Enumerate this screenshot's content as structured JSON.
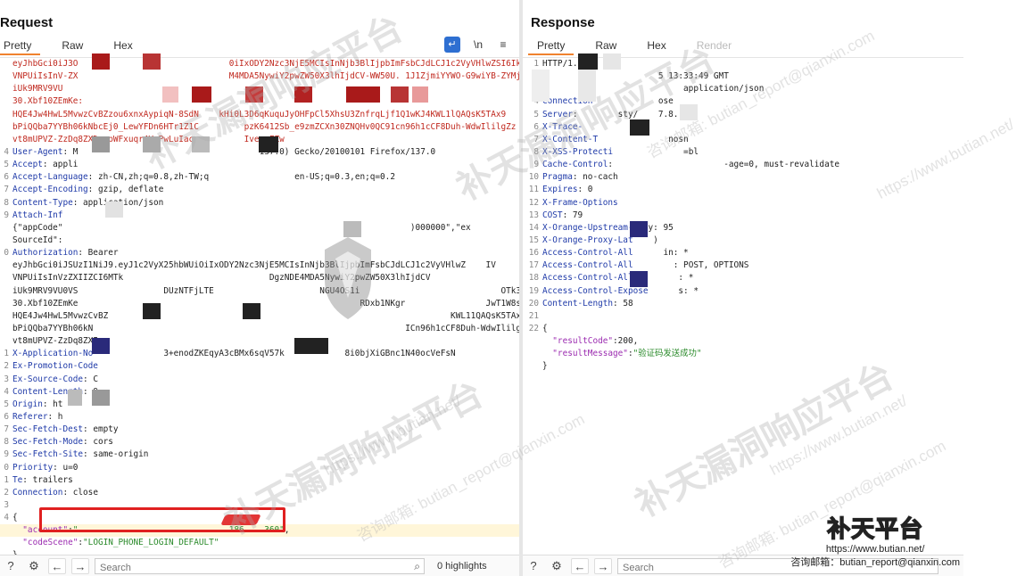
{
  "request": {
    "title": "Request",
    "tabs": [
      "Pretty",
      "Raw",
      "Hex"
    ],
    "tools": {
      "wrap": "↵",
      "newline": "\\n",
      "menu": "≡"
    },
    "lines": [
      {
        "n": "",
        "parts": [
          [
            "red",
            "eyJhbGci0iJ3O"
          ],
          [
            "red",
            "                              0iIxODY2Nzc3NjE5MCIsInNjb3BlIjpbImFsbCJdLCJ1c2VyVHlwZSI6IkN1"
          ]
        ]
      },
      {
        "n": "",
        "parts": [
          [
            "red",
            "VNPUiIsInV-ZX"
          ],
          [
            "red",
            "                              M4MDA5NywiY2pwZW50X3lhIjdCV-WW50U. 1J1ZjmiYYWO-G9wiYB-ZYMjOl "
          ]
        ]
      },
      {
        "n": "",
        "parts": [
          [
            "red",
            "iUk9MRV9VU"
          ]
        ]
      },
      {
        "n": "",
        "parts": [
          [
            "red",
            "30.Xbf10ZEmKe:"
          ]
        ]
      },
      {
        "n": "",
        "parts": [
          [
            "red",
            "HQE4Jw4HwL5MvwzCvBZzou6xnxAypiqN-8SdN    kHi0L3D6qKuquJyOHFpCl5XhsU3ZnfrqLjf1Q1wKJ4KWL1lQAQsK5TAx9"
          ]
        ]
      },
      {
        "n": "",
        "parts": [
          [
            "red",
            "bPiQQba7YYBh06kNbcEj0_LewYFDn6HTr1Z1C         pzK6412Sb_e9zmZCXn30ZNQHv0QC91cn96h1cCF8Duh-WdwIlilgZz"
          ]
        ]
      },
      {
        "n": "",
        "parts": [
          [
            "red",
            "vt8mUPVZ-ZzDq8ZXDvopWFxuqr4VsPwLuIac          IvevgFZw"
          ]
        ]
      },
      {
        "n": "4",
        "parts": [
          [
            "k",
            "User-Agent"
          ],
          [
            "v",
            ": M                                    137.0) Gecko/20100101 Firefox/137.0"
          ]
        ]
      },
      {
        "n": "5",
        "parts": [
          [
            "k",
            "Accept"
          ],
          [
            "v",
            ": appli"
          ]
        ]
      },
      {
        "n": "6",
        "parts": [
          [
            "k",
            "Accept-Language"
          ],
          [
            "v",
            ": zh-CN,zh;q=0.8,zh-TW;q                 en-US;q=0.3,en;q=0.2"
          ]
        ]
      },
      {
        "n": "7",
        "parts": [
          [
            "k",
            "Accept-Encoding"
          ],
          [
            "v",
            ": gzip, deflate"
          ]
        ]
      },
      {
        "n": "8",
        "parts": [
          [
            "k",
            "Content-Type"
          ],
          [
            "v",
            ": application/json"
          ]
        ]
      },
      {
        "n": "9",
        "parts": [
          [
            "k",
            "Attach-Inf"
          ]
        ]
      },
      {
        "n": "",
        "parts": [
          [
            "v",
            "{\"appCode\"                                                                     )000000\",\"ex"
          ]
        ]
      },
      {
        "n": "",
        "parts": [
          [
            "v",
            "SourceId\":"
          ]
        ]
      },
      {
        "n": "0",
        "parts": [
          [
            "k",
            "Authorization"
          ],
          [
            "v",
            ": Bearer"
          ]
        ]
      },
      {
        "n": "",
        "parts": [
          [
            "v",
            "eyJhbGci0iJSUzI1NiJ9.eyJ1c2VyX25hbWUiOiIxODY2Nzc3NjE5MCIsInNjb3BlIjpbImFsbCJdLCJ1c2VyVHlwZ    IV"
          ]
        ]
      },
      {
        "n": "",
        "parts": [
          [
            "v",
            "VNPUiIsInVzZXIIZCI6MTk                             DgzNDE4MDA5NywiY2pwZW50X3lhIjdCV                     cG9wiYB"
          ]
        ]
      },
      {
        "n": "",
        "parts": [
          [
            "v",
            "iUk9MRV9VU0VS                 DUzNTFjLTE                     NGU4OS1i                            OTk3N"
          ]
        ]
      },
      {
        "n": "",
        "parts": [
          [
            "v",
            "30.Xbf10ZEmKe                                                        RDxb1NKgr                JwT1W8s"
          ]
        ]
      },
      {
        "n": "",
        "parts": [
          [
            "v",
            "HQE4Jw4HwL5MvwzCvBZ                                                                    KWL11QAQsK5TAx9"
          ]
        ]
      },
      {
        "n": "",
        "parts": [
          [
            "v",
            "bPiQQba7YYBh06kN                                                              ICn96h1cCF8Duh-WdwIlilgZz"
          ]
        ]
      },
      {
        "n": "",
        "parts": [
          [
            "v",
            "vt8mUPVZ-ZzDq8ZXI"
          ]
        ]
      },
      {
        "n": "1",
        "parts": [
          [
            "k",
            "X-Application-No"
          ],
          [
            "v",
            "              3+enodZKEqyA3cBMx6sqV57k            8i0bjXiGBnc1N40ocVeFsN"
          ]
        ]
      },
      {
        "n": "2",
        "parts": [
          [
            "k",
            "Ex-Promotion-Code"
          ]
        ]
      },
      {
        "n": "3",
        "parts": [
          [
            "k",
            "Ex-Source-Code"
          ],
          [
            "v",
            ": C"
          ]
        ]
      },
      {
        "n": "4",
        "parts": [
          [
            "k",
            "Content-Length"
          ],
          [
            "v",
            ": 9"
          ]
        ]
      },
      {
        "n": "5",
        "parts": [
          [
            "k",
            "Origin"
          ],
          [
            "v",
            ": ht"
          ]
        ]
      },
      {
        "n": "6",
        "parts": [
          [
            "k",
            "Referer"
          ],
          [
            "v",
            ": h"
          ]
        ]
      },
      {
        "n": "7",
        "parts": [
          [
            "k",
            "Sec-Fetch-Dest"
          ],
          [
            "v",
            ": empty"
          ]
        ]
      },
      {
        "n": "8",
        "parts": [
          [
            "k",
            "Sec-Fetch-Mode"
          ],
          [
            "v",
            ": cors"
          ]
        ]
      },
      {
        "n": "9",
        "parts": [
          [
            "k",
            "Sec-Fetch-Site"
          ],
          [
            "v",
            ": same-origin"
          ]
        ]
      },
      {
        "n": "0",
        "parts": [
          [
            "k",
            "Priority"
          ],
          [
            "v",
            ": u=0"
          ]
        ]
      },
      {
        "n": "1",
        "parts": [
          [
            "k",
            "Te"
          ],
          [
            "v",
            ": trailers"
          ]
        ]
      },
      {
        "n": "2",
        "parts": [
          [
            "k",
            "Connection"
          ],
          [
            "v",
            ": close"
          ]
        ]
      },
      {
        "n": "3",
        "parts": []
      },
      {
        "n": "4",
        "parts": [
          [
            "jp",
            "{"
          ]
        ]
      },
      {
        "n": "",
        "parts": [
          [
            "jk",
            "  \"account\""
          ],
          [
            "jp",
            ":"
          ],
          [
            "jv",
            "\"                              186    360\""
          ],
          [
            "jp",
            ","
          ]
        ],
        "hl": true
      },
      {
        "n": "",
        "parts": [
          [
            "jk",
            "  \"codeScene\""
          ],
          [
            "jp",
            ":"
          ],
          [
            "jv",
            "\"LOGIN_PHONE_LOGIN_DEFAULT\""
          ]
        ]
      },
      {
        "n": "",
        "parts": [
          [
            "jp",
            "}"
          ]
        ]
      }
    ],
    "search_placeholder": "Search",
    "highlights": "0 highlights"
  },
  "response": {
    "title": "Response",
    "tabs": [
      "Pretty",
      "Raw",
      "Hex",
      "Render"
    ],
    "lines": [
      {
        "n": "1",
        "parts": [
          [
            "v",
            "HTTP/1.1"
          ]
        ]
      },
      {
        "n": "",
        "parts": [
          [
            "v",
            "                       5 13:33:49 GMT"
          ]
        ]
      },
      {
        "n": "",
        "parts": [
          [
            "v",
            "                            application/json"
          ]
        ]
      },
      {
        "n": "4",
        "parts": [
          [
            "k",
            "Connection"
          ],
          [
            "v",
            "             ose"
          ]
        ]
      },
      {
        "n": "5",
        "parts": [
          [
            "k",
            "Server"
          ],
          [
            "v",
            ":        sty/    7.8."
          ]
        ]
      },
      {
        "n": "6",
        "parts": [
          [
            "k",
            "X-Trace-"
          ]
        ]
      },
      {
        "n": "7",
        "parts": [
          [
            "k",
            "X-Content-T"
          ],
          [
            "v",
            "              nosn"
          ]
        ]
      },
      {
        "n": "8",
        "parts": [
          [
            "k",
            "X-XSS-Protecti"
          ],
          [
            "v",
            "              =bl"
          ]
        ]
      },
      {
        "n": "9",
        "parts": [
          [
            "k",
            "Cache-Control"
          ],
          [
            "v",
            ":                      -age=0, must-revalidate"
          ]
        ]
      },
      {
        "n": "10",
        "parts": [
          [
            "k",
            "Pragma"
          ],
          [
            "v",
            ": no-cach"
          ]
        ]
      },
      {
        "n": "11",
        "parts": [
          [
            "k",
            "Expires"
          ],
          [
            "v",
            ": 0"
          ]
        ]
      },
      {
        "n": "12",
        "parts": [
          [
            "k",
            "X-Frame-Options"
          ]
        ]
      },
      {
        "n": "13",
        "parts": [
          [
            "k",
            "COST"
          ],
          [
            "v",
            ": 79"
          ]
        ]
      },
      {
        "n": "14",
        "parts": [
          [
            "k",
            "X-Orange-Upstream-"
          ],
          [
            "v",
            "   y: 95"
          ]
        ]
      },
      {
        "n": "15",
        "parts": [
          [
            "k",
            "X-Orange-Proxy-Lat"
          ],
          [
            "v",
            "    )"
          ]
        ]
      },
      {
        "n": "16",
        "parts": [
          [
            "k",
            "Access-Control-All"
          ],
          [
            "v",
            "      in: *"
          ]
        ]
      },
      {
        "n": "17",
        "parts": [
          [
            "k",
            "Access-Control-All"
          ],
          [
            "v",
            "        : POST, OPTIONS"
          ]
        ]
      },
      {
        "n": "18",
        "parts": [
          [
            "k",
            "Access-Control-All"
          ],
          [
            "v",
            "         : *"
          ]
        ]
      },
      {
        "n": "19",
        "parts": [
          [
            "k",
            "Access-Control-Expose"
          ],
          [
            "v",
            "      s: *"
          ]
        ]
      },
      {
        "n": "20",
        "parts": [
          [
            "k",
            "Content-Length"
          ],
          [
            "v",
            ": 58"
          ]
        ]
      },
      {
        "n": "21",
        "parts": []
      },
      {
        "n": "22",
        "parts": [
          [
            "jp",
            "{"
          ]
        ]
      },
      {
        "n": "",
        "parts": [
          [
            "jk",
            "  \"resultCode\""
          ],
          [
            "jp",
            ":200,"
          ]
        ]
      },
      {
        "n": "",
        "parts": [
          [
            "jk",
            "  \"resultMessage\""
          ],
          [
            "jp",
            ":"
          ],
          [
            "jv",
            "\"验证码发送成功\""
          ]
        ]
      },
      {
        "n": "",
        "parts": [
          [
            "jp",
            "}"
          ]
        ]
      }
    ],
    "search_placeholder": "Search"
  },
  "watermarks": {
    "big": "补天漏洞响应平台",
    "url": "https://www.butian.net/",
    "mail": "咨询邮箱: butian_report@qianxin.com"
  },
  "corner": {
    "brand": "补天平台",
    "url": "https://www.butian.net/",
    "mail": "咨询邮箱：butian_report@qianxin.com"
  },
  "colors": {
    "accent": "#f0822e",
    "key": "#1f3aa8",
    "redact": "#a91a1a",
    "highlight": "#e02020"
  }
}
